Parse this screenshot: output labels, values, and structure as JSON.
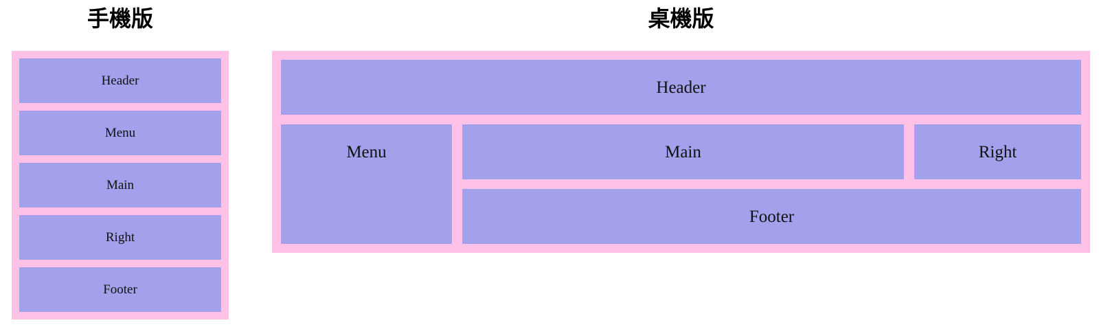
{
  "colors": {
    "page_background": "#ffffff",
    "container_pink": "#ffc1e6",
    "box_purple": "#a3a1ec",
    "box_text": "#111111",
    "title_text": "#000000"
  },
  "mobile": {
    "title": "手機版",
    "boxes": [
      {
        "label": "Header"
      },
      {
        "label": "Menu"
      },
      {
        "label": "Main"
      },
      {
        "label": "Right"
      },
      {
        "label": "Footer"
      }
    ]
  },
  "desktop": {
    "title": "桌機版",
    "boxes": {
      "header": "Header",
      "menu": "Menu",
      "main": "Main",
      "right": "Right",
      "footer": "Footer"
    }
  }
}
